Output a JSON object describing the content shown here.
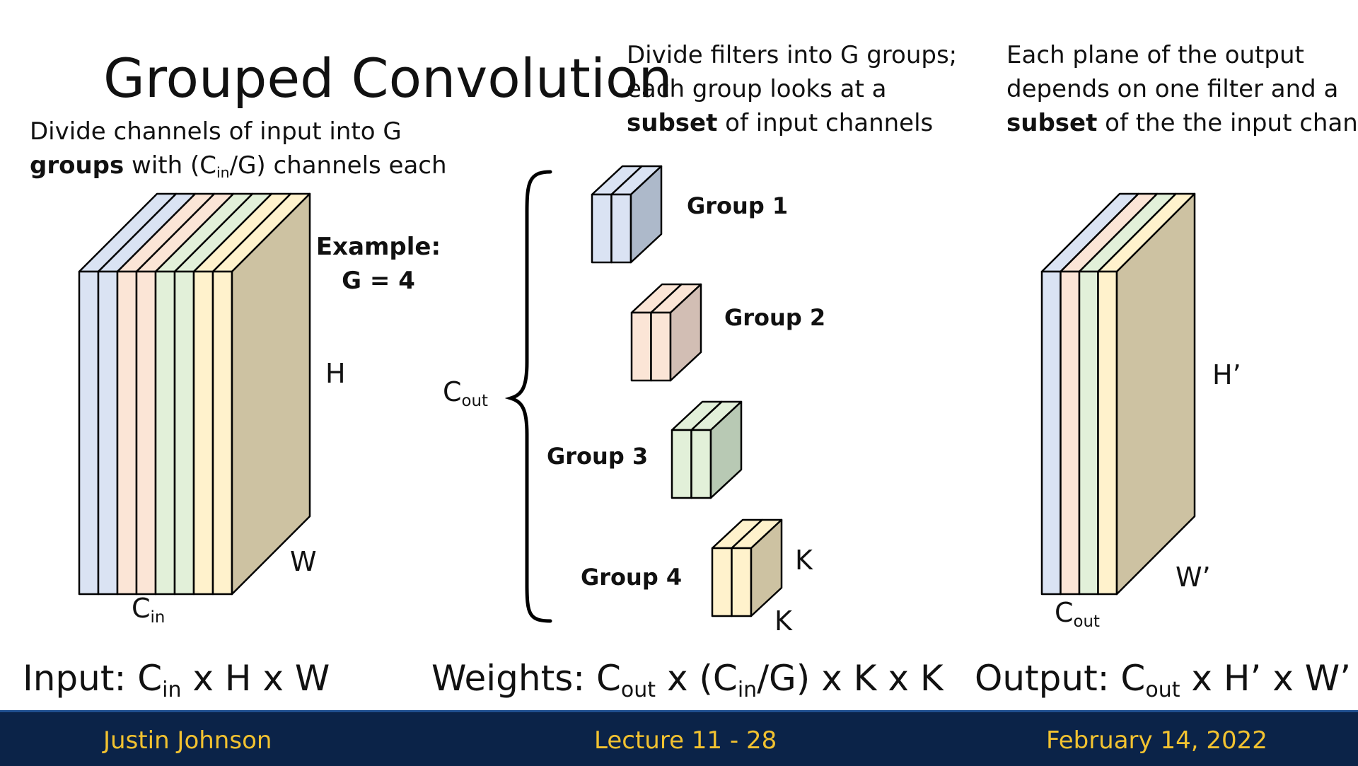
{
  "slide": {
    "title": "Grouped Convolution",
    "input_note": {
      "line1": "Divide channels of input into G",
      "line2_bold": "groups",
      "line2_a": " with (C",
      "line2_sub": "in",
      "line2_b": "/G) channels each"
    },
    "filters_note": {
      "line1": "Divide filters into G groups;",
      "line2": "each group looks at a",
      "line3_bold": "subset",
      "line3_rest": " of input channels"
    },
    "output_note": {
      "line1": "Each plane of the output",
      "line2": "depends on one filter and a",
      "line3_bold": "subset",
      "line3_rest": " of the the input channels"
    },
    "example": {
      "line1": "Example:",
      "line2": "G = 4"
    }
  },
  "input_block": {
    "h_label": "H",
    "w_label": "W",
    "c_main": "C",
    "c_sub": "in",
    "slice_colors": [
      "#dae3f3",
      "#dae3f3",
      "#fbe5d6",
      "#fbe5d6",
      "#e2f0d9",
      "#e2f0d9",
      "#fff2cc",
      "#fff2cc"
    ],
    "side_color": "#cdc2a2"
  },
  "weights": {
    "cout_main": "C",
    "cout_sub": "out",
    "k_label_right": "K",
    "k_label_bottom": "K",
    "groups": [
      {
        "label": "Group 1",
        "color": "#4472c4",
        "face_color": "#dae3f3",
        "side_color": "#adb9ca"
      },
      {
        "label": "Group 2",
        "color": "#ed7d31",
        "face_color": "#fbe5d6",
        "side_color": "#d2beb4"
      },
      {
        "label": "Group 3",
        "color": "#70ad47",
        "face_color": "#e2f0d9",
        "side_color": "#b8c9b4"
      },
      {
        "label": "Group 4",
        "color": "#ffc000",
        "face_color": "#fff2cc",
        "side_color": "#cdc2a2"
      }
    ]
  },
  "output_block": {
    "h_label": "H’",
    "w_label": "W’",
    "c_main": "C",
    "c_sub": "out",
    "slice_colors": [
      "#dae3f3",
      "#fbe5d6",
      "#e2f0d9",
      "#fff2cc"
    ],
    "side_color": "#cdc2a2"
  },
  "bottom": {
    "input": {
      "p1": "Input: C",
      "s1": "in",
      "p2": " x H x W"
    },
    "weights": {
      "p1": "Weights: C",
      "s1": "out",
      "p2": " x (C",
      "s2": "in",
      "p3": "/G) x K x K"
    },
    "output": {
      "p1": "Output: C",
      "s1": "out",
      "p2": " x H’ x W’"
    }
  },
  "footer": {
    "author": "Justin Johnson",
    "lecture": "Lecture 11 - 28",
    "date": "February 14, 2022",
    "background": "#0b2348",
    "text_color": "#f2c230"
  }
}
